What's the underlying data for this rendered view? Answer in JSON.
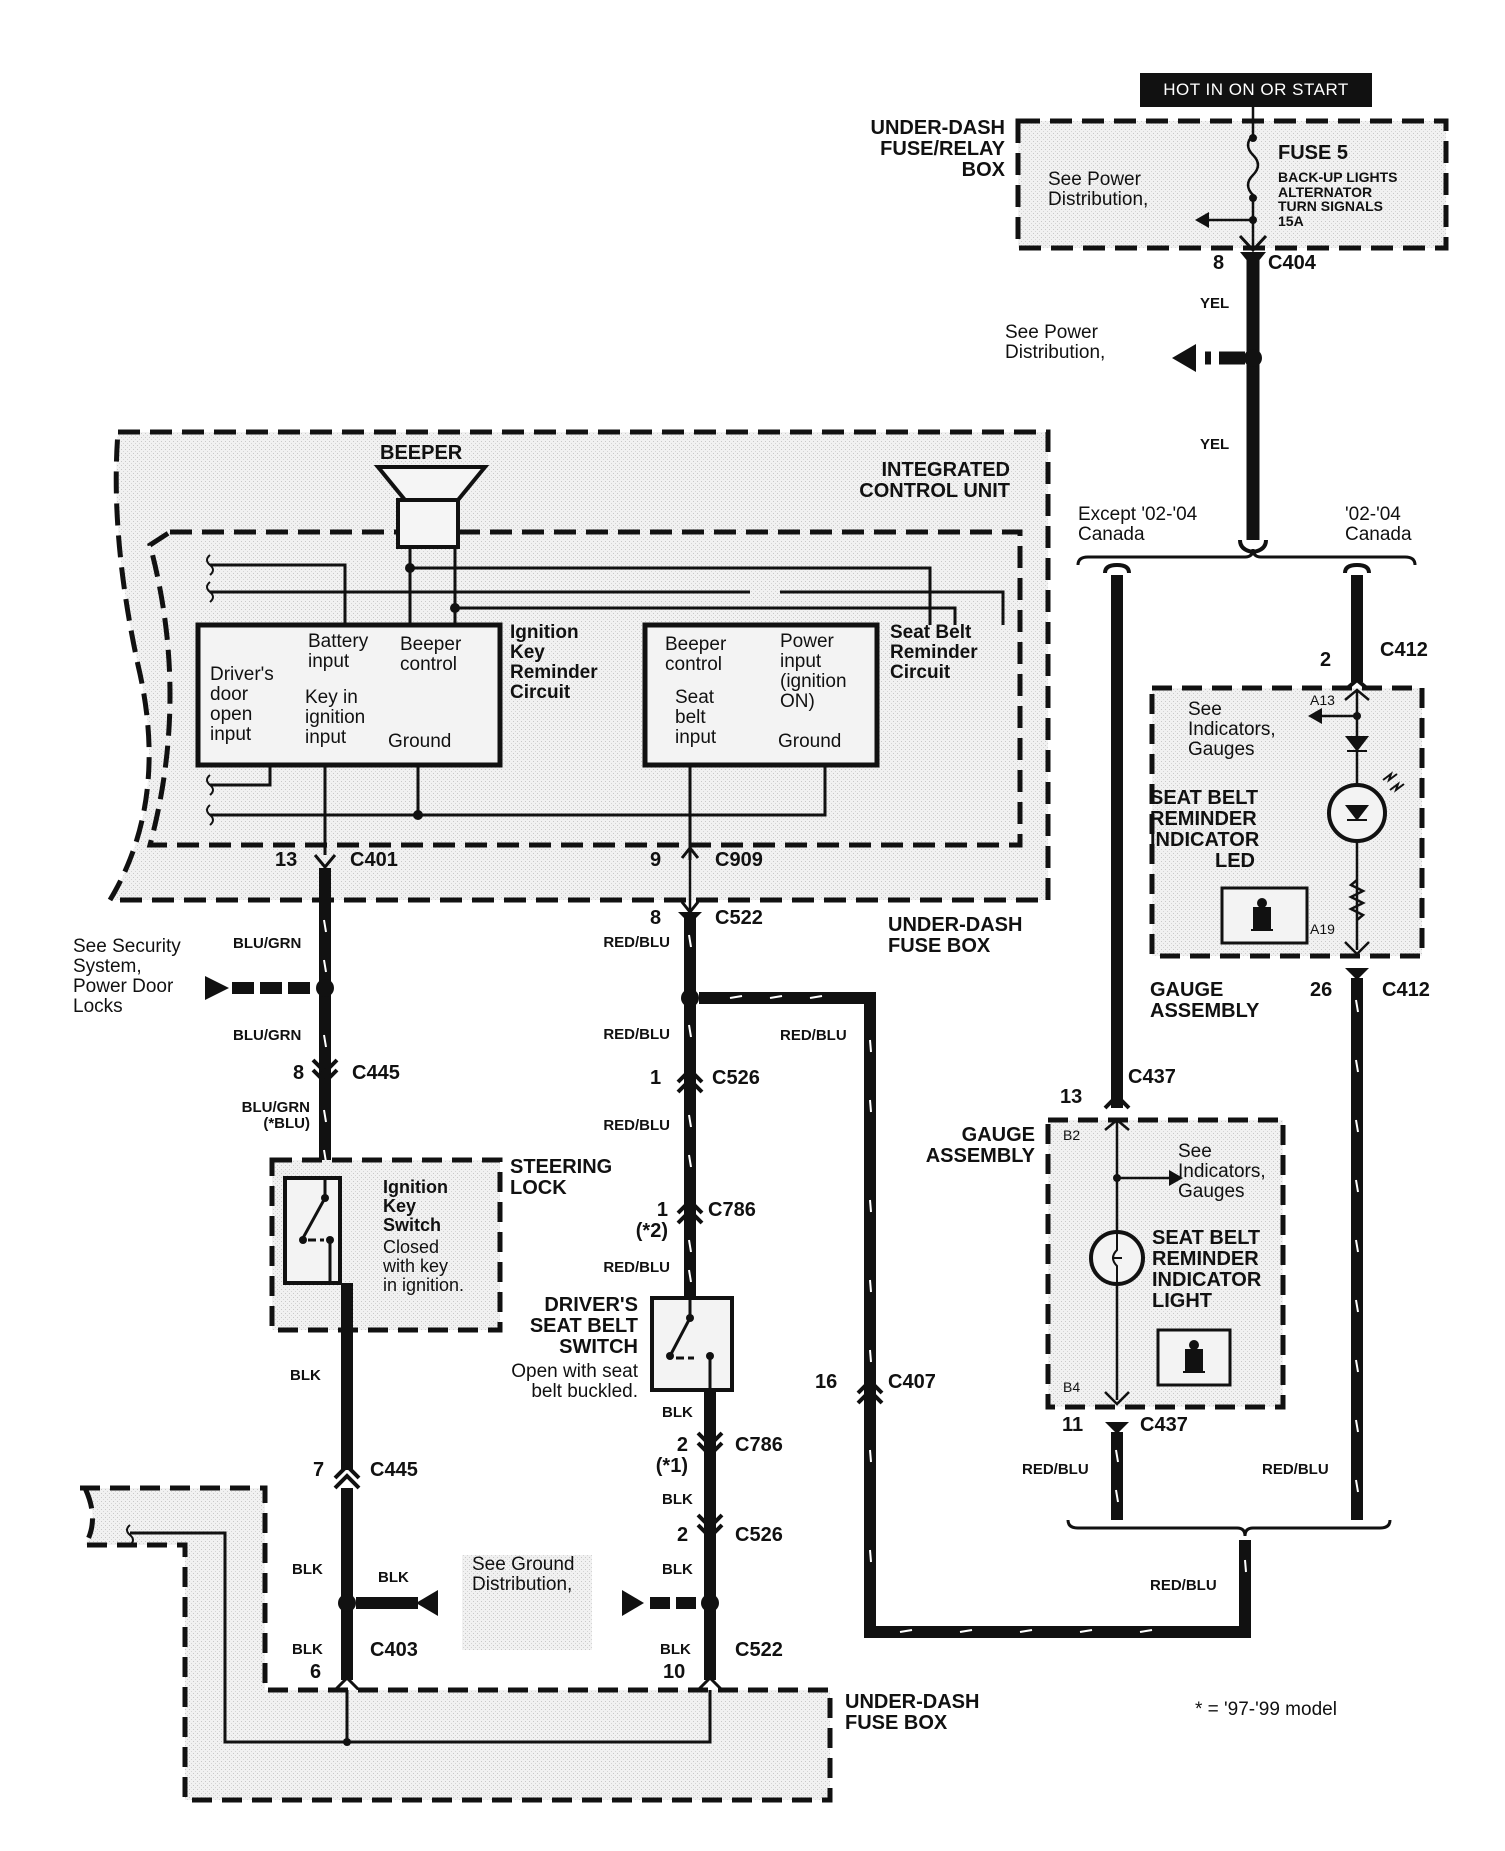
{
  "hot_label": "HOT IN ON OR START",
  "fuse_relay_box": {
    "label": "UNDER-DASH\nFUSE/RELAY\nBOX",
    "see": "See Power\nDistribution,",
    "fuse_name": "FUSE 5",
    "fuse_circuits": "BACK-UP LIGHTS\nALTERNATOR\nTURN SIGNALS\n15A"
  },
  "c404": {
    "pin": "8",
    "name": "C404"
  },
  "wire_yel_1": "YEL",
  "wire_yel_2": "YEL",
  "see_power_2": "See Power\nDistribution,",
  "icu": {
    "title": "INTEGRATED\nCONTROL UNIT",
    "beeper": "BEEPER",
    "ign_circuit_title": "Ignition\nKey\nReminder\nCircuit",
    "ign_labels": {
      "door": "Driver's\ndoor\nopen\ninput",
      "battery": "Battery\ninput",
      "beeper_ctrl": "Beeper\ncontrol",
      "key": "Key in\nignition\ninput",
      "ground": "Ground"
    },
    "sb_circuit_title": "Seat Belt\nReminder\nCircuit",
    "sb_labels": {
      "beeper_ctrl": "Beeper\ncontrol",
      "power": "Power\ninput\n(ignition\nON)",
      "seat": "Seat\nbelt\ninput",
      "ground": "Ground"
    }
  },
  "c401": {
    "pin": "13",
    "name": "C401"
  },
  "c909": {
    "pin": "9",
    "name": "C909"
  },
  "c522_top": {
    "pin": "8",
    "name": "C522"
  },
  "under_dash_fuse_box_1": "UNDER-DASH\nFUSE BOX",
  "see_security": "See Security\nSystem,\nPower Door\nLocks",
  "wires_left": {
    "w1": "BLU/GRN",
    "w2": "BLU/GRN",
    "w3": "BLU/GRN\n(*BLU)",
    "w4": "BLK",
    "w5": "BLK",
    "w6": "BLK",
    "w7": "BLK"
  },
  "c445_top": {
    "pin": "8",
    "name": "C445"
  },
  "steering_lock": {
    "label": "STEERING\nLOCK",
    "switch": "Ignition\nKey\nSwitch",
    "desc": "Closed\nwith key\nin ignition."
  },
  "c445_bot": {
    "pin": "7",
    "name": "C445"
  },
  "c403": {
    "pin": "6",
    "name": "C403"
  },
  "see_ground": "See Ground\nDistribution,",
  "wires_mid": {
    "w1": "RED/BLU",
    "w2": "RED/BLU",
    "w3": "RED/BLU",
    "w4": "RED/BLU",
    "w5": "BLK",
    "w6": "BLK",
    "w7": "BLK",
    "w8": "BLK"
  },
  "c526_top": {
    "pin": "1",
    "name": "C526"
  },
  "c786_top": {
    "pin": "1\n(*2)",
    "name": "C786"
  },
  "seat_belt_switch": {
    "label": "DRIVER'S\nSEAT BELT\nSWITCH",
    "desc": "Open with seat\nbelt buckled."
  },
  "c786_bot": {
    "pin": "2\n(*1)",
    "name": "C786"
  },
  "c526_bot": {
    "pin": "2",
    "name": "C526"
  },
  "c522_bot": {
    "pin": "10",
    "name": "C522"
  },
  "c407": {
    "pin": "16",
    "name": "C407"
  },
  "wire_redblu_loop": "RED/BLU",
  "under_dash_fuse_box_2": "UNDER-DASH\nFUSE BOX",
  "branch": {
    "left": "Except '02-'04\nCanada",
    "right": "'02-'04\nCanada"
  },
  "c412_top": {
    "pin": "2",
    "name": "C412"
  },
  "led_assembly": {
    "a13": "A13",
    "a19": "A19",
    "see": "See\nIndicators,\nGauges",
    "label": "SEAT BELT\nREMINDER\nINDICATOR\nLED",
    "assembly": "GAUGE\nASSEMBLY"
  },
  "c412_bot": {
    "pin": "26",
    "name": "C412"
  },
  "c437_top": {
    "pin": "13",
    "name": "C437"
  },
  "light_assembly": {
    "assembly": "GAUGE\nASSEMBLY",
    "b2": "B2",
    "b4": "B4",
    "see": "See\nIndicators,\nGauges",
    "label": "SEAT BELT\nREMINDER\nINDICATOR\nLIGHT"
  },
  "c437_bot": {
    "pin": "11",
    "name": "C437"
  },
  "wires_right": {
    "w1": "RED/BLU",
    "w2": "RED/BLU",
    "w3": "RED/BLU"
  },
  "footnote": "* = '97-'99 model"
}
